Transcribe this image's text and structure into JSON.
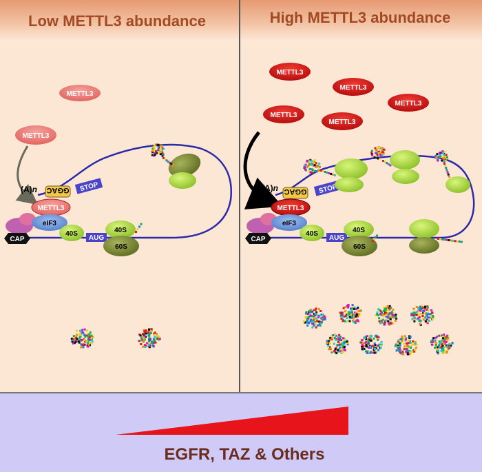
{
  "panels": {
    "left_title": "Low METTL3 abundance",
    "right_title": "High METTL3 abundance"
  },
  "labels": {
    "mettl3": "METTL3",
    "cap": "CAP",
    "eif3": "eIF3",
    "s40": "40S",
    "s60": "60S",
    "aug": "AUG",
    "stop": "STOP",
    "ggac": "GGAC",
    "polya_a": "(A)",
    "polya_n": "n"
  },
  "bottom": {
    "caption": "EGFR, TAZ & Others"
  },
  "colors": {
    "panel_bg": "#fce6d4",
    "header_bg": "#ecaa86",
    "title_text": "#a24a22",
    "bottom_bg": "#cfcbf6",
    "mettl3_low": "#ee7a76",
    "mettl3_high": "#d40f14",
    "mrna_line": "#2a2aa8",
    "ribosome_light": "#a8d84a",
    "ribosome_dark": "#7a8a34",
    "gradient_red": "#e8141c"
  }
}
